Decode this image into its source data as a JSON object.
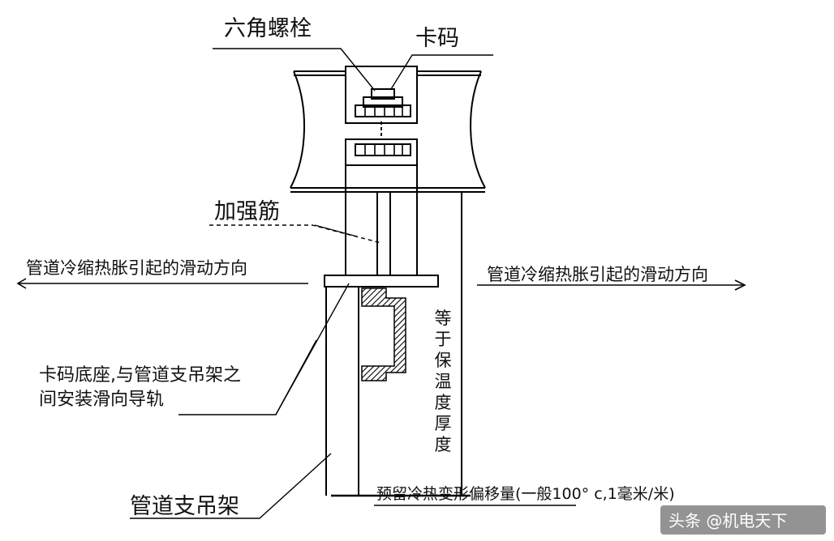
{
  "labels": {
    "hex_bolt": "六角螺栓",
    "clamp": "卡码",
    "rib": "加强筋",
    "slide_left": "管道冷缩热胀引起的滑动方向",
    "slide_right": "管道冷缩热胀引起的滑动方向",
    "base_line1": "卡码底座,与管道支吊架之",
    "base_line2": "间安装滑向导轨",
    "thickness_chars": [
      "等",
      "于",
      "保",
      "温",
      "度",
      "厚",
      "度"
    ],
    "offset": "预留冷热变形偏移量(一般100° c,1毫米/米)",
    "support": "管道支吊架"
  },
  "watermark": "头条 @机电天下",
  "colors": {
    "line": "#000000",
    "hatch": "#000000",
    "watermark_bg": "#3a3a3a"
  }
}
